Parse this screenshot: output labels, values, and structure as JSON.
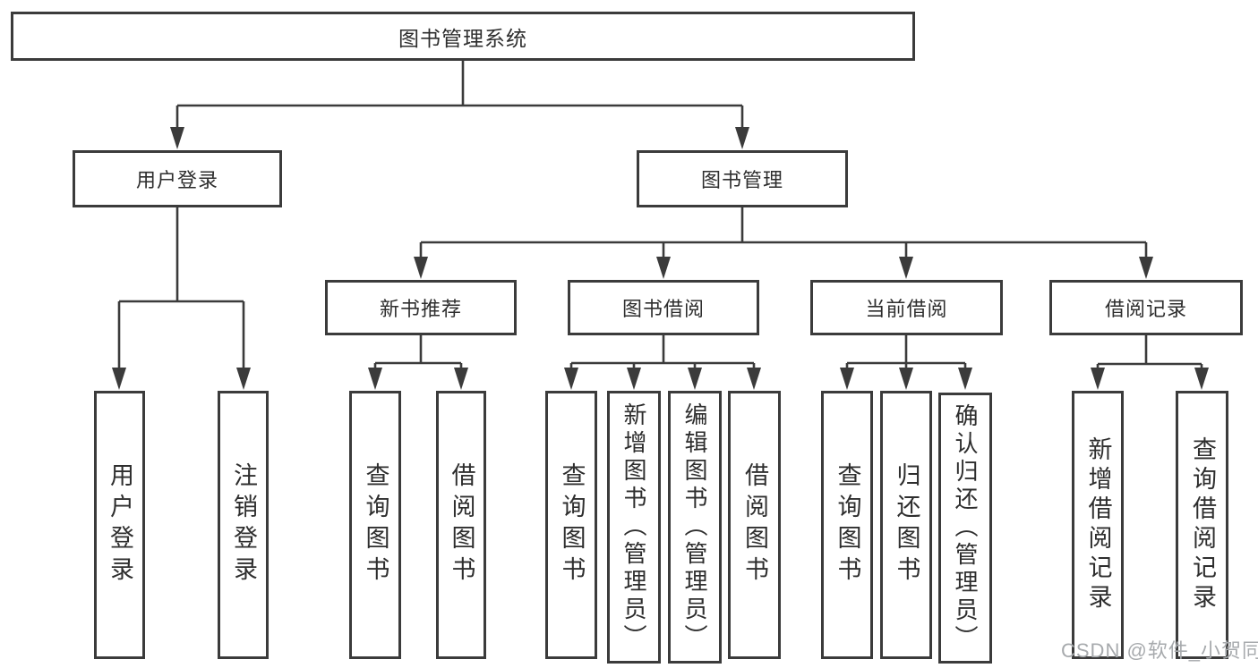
{
  "diagram": {
    "title": "图书管理系统",
    "watermark": "CSDN @软件_小贺同学",
    "colors": {
      "line": "#3b3b3b",
      "border": "#3b3b3b",
      "text": "#2e2e2e",
      "watermark": "#a7aaad",
      "background": "#ffffff"
    },
    "nodes": {
      "root": "图书管理系统",
      "user_login": "用户登录",
      "book_mgmt": "图书管理",
      "new_book_rec": "新书推荐",
      "book_borrow": "图书借阅",
      "current_borrow": "当前借阅",
      "borrow_records": "借阅记录",
      "leaf_user_login": "用户登录",
      "leaf_logout": "注销登录",
      "leaf_query_book_1": "查询图书",
      "leaf_borrow_book_1": "借阅图书",
      "leaf_query_book_2": "查询图书",
      "leaf_add_book": "新增图书（管理员）",
      "leaf_edit_book": "编辑图书（管理员）",
      "leaf_borrow_book_2": "借阅图书",
      "leaf_query_book_3": "查询图书",
      "leaf_return_book": "归还图书",
      "leaf_confirm_return": "确认归还（管理员）",
      "leaf_add_record": "新增借阅记录",
      "leaf_query_record": "查询借阅记录"
    }
  }
}
